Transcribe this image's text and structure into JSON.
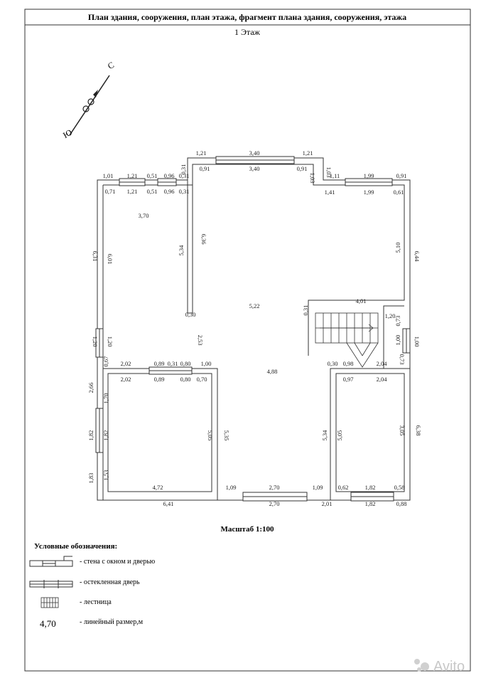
{
  "header": {
    "title": "План здания, сооружения, план этажа, фрагмент плана здания, сооружения, этажа",
    "floor": "1 Этаж"
  },
  "compass": {
    "north": "С",
    "south": "Ю"
  },
  "scale_label": "Масштаб 1:100",
  "legend": {
    "heading": "Условные обозначения:",
    "items": [
      {
        "label": "- стена с окном и дверью"
      },
      {
        "label": "- остекленная дверь"
      },
      {
        "label": "- лестница"
      },
      {
        "label": "- линейный размер,м",
        "sample": "4,70"
      }
    ]
  },
  "watermark": "Avito",
  "dimensions": [
    "1,21",
    "3,40",
    "1,21",
    "0,91",
    "3,40",
    "0,91",
    "1,03",
    "1,03",
    "1,01",
    "1,21",
    "0,51",
    "0,96",
    "0,31",
    "0,71",
    "1,21",
    "0,51",
    "0,96",
    "0,31",
    "0,31",
    "1,11",
    "1,99",
    "0,91",
    "1,41",
    "1,99",
    "0,61",
    "3,70",
    "6,36",
    "5,34",
    "6,31",
    "6,01",
    "5,10",
    "6,44",
    "0,30",
    "5,22",
    "0,31",
    "4,01",
    "1,20",
    "0,73",
    "1,00",
    "1,00",
    "0,73",
    "2,53",
    "1,20",
    "1,20",
    "0,67",
    "2,02",
    "0,89",
    "0,31",
    "0,80",
    "1,00",
    "2,02",
    "0,89",
    "0,80",
    "0,70",
    "4,88",
    "0,30",
    "0,98",
    "2,04",
    "0,97",
    "2,04",
    "2,66",
    "1,70",
    "5,05",
    "5,35",
    "5,34",
    "5,05",
    "6,38",
    "3,05",
    "1,82",
    "1,82",
    "1,83",
    "1,53",
    "4,72",
    "1,09",
    "2,70",
    "1,09",
    "0,62",
    "1,82",
    "0,58",
    "6,41",
    "2,70",
    "2,01",
    "1,82",
    "0,88"
  ]
}
